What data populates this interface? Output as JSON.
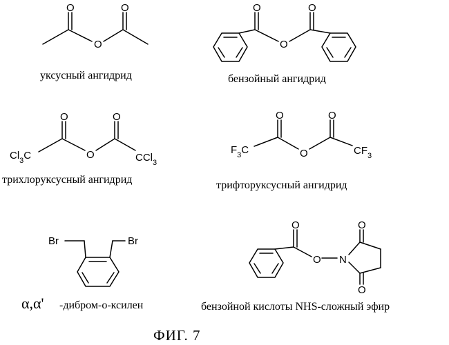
{
  "atoms": {
    "oxygen": "O",
    "nitrogen": "N",
    "bromine": "Br",
    "cl3c": "Cl3C",
    "ccl3": "CCl3",
    "f3c": "F3C",
    "cf3": "CF3"
  },
  "captions": {
    "acetic": "уксусный ангидрид",
    "benzoic": "бензойный ангидрид",
    "trichloroacetic": "трихлоруксусный ангидрид",
    "trifluoroacetic": "трифторуксусный ангидрид",
    "dibromo_greek": "α,α'",
    "dibromo_text": "-дибром-о-ксилен",
    "nhs": "бензойной кислоты NHS-сложный эфир"
  },
  "figure_label": "ФИГ. 7"
}
